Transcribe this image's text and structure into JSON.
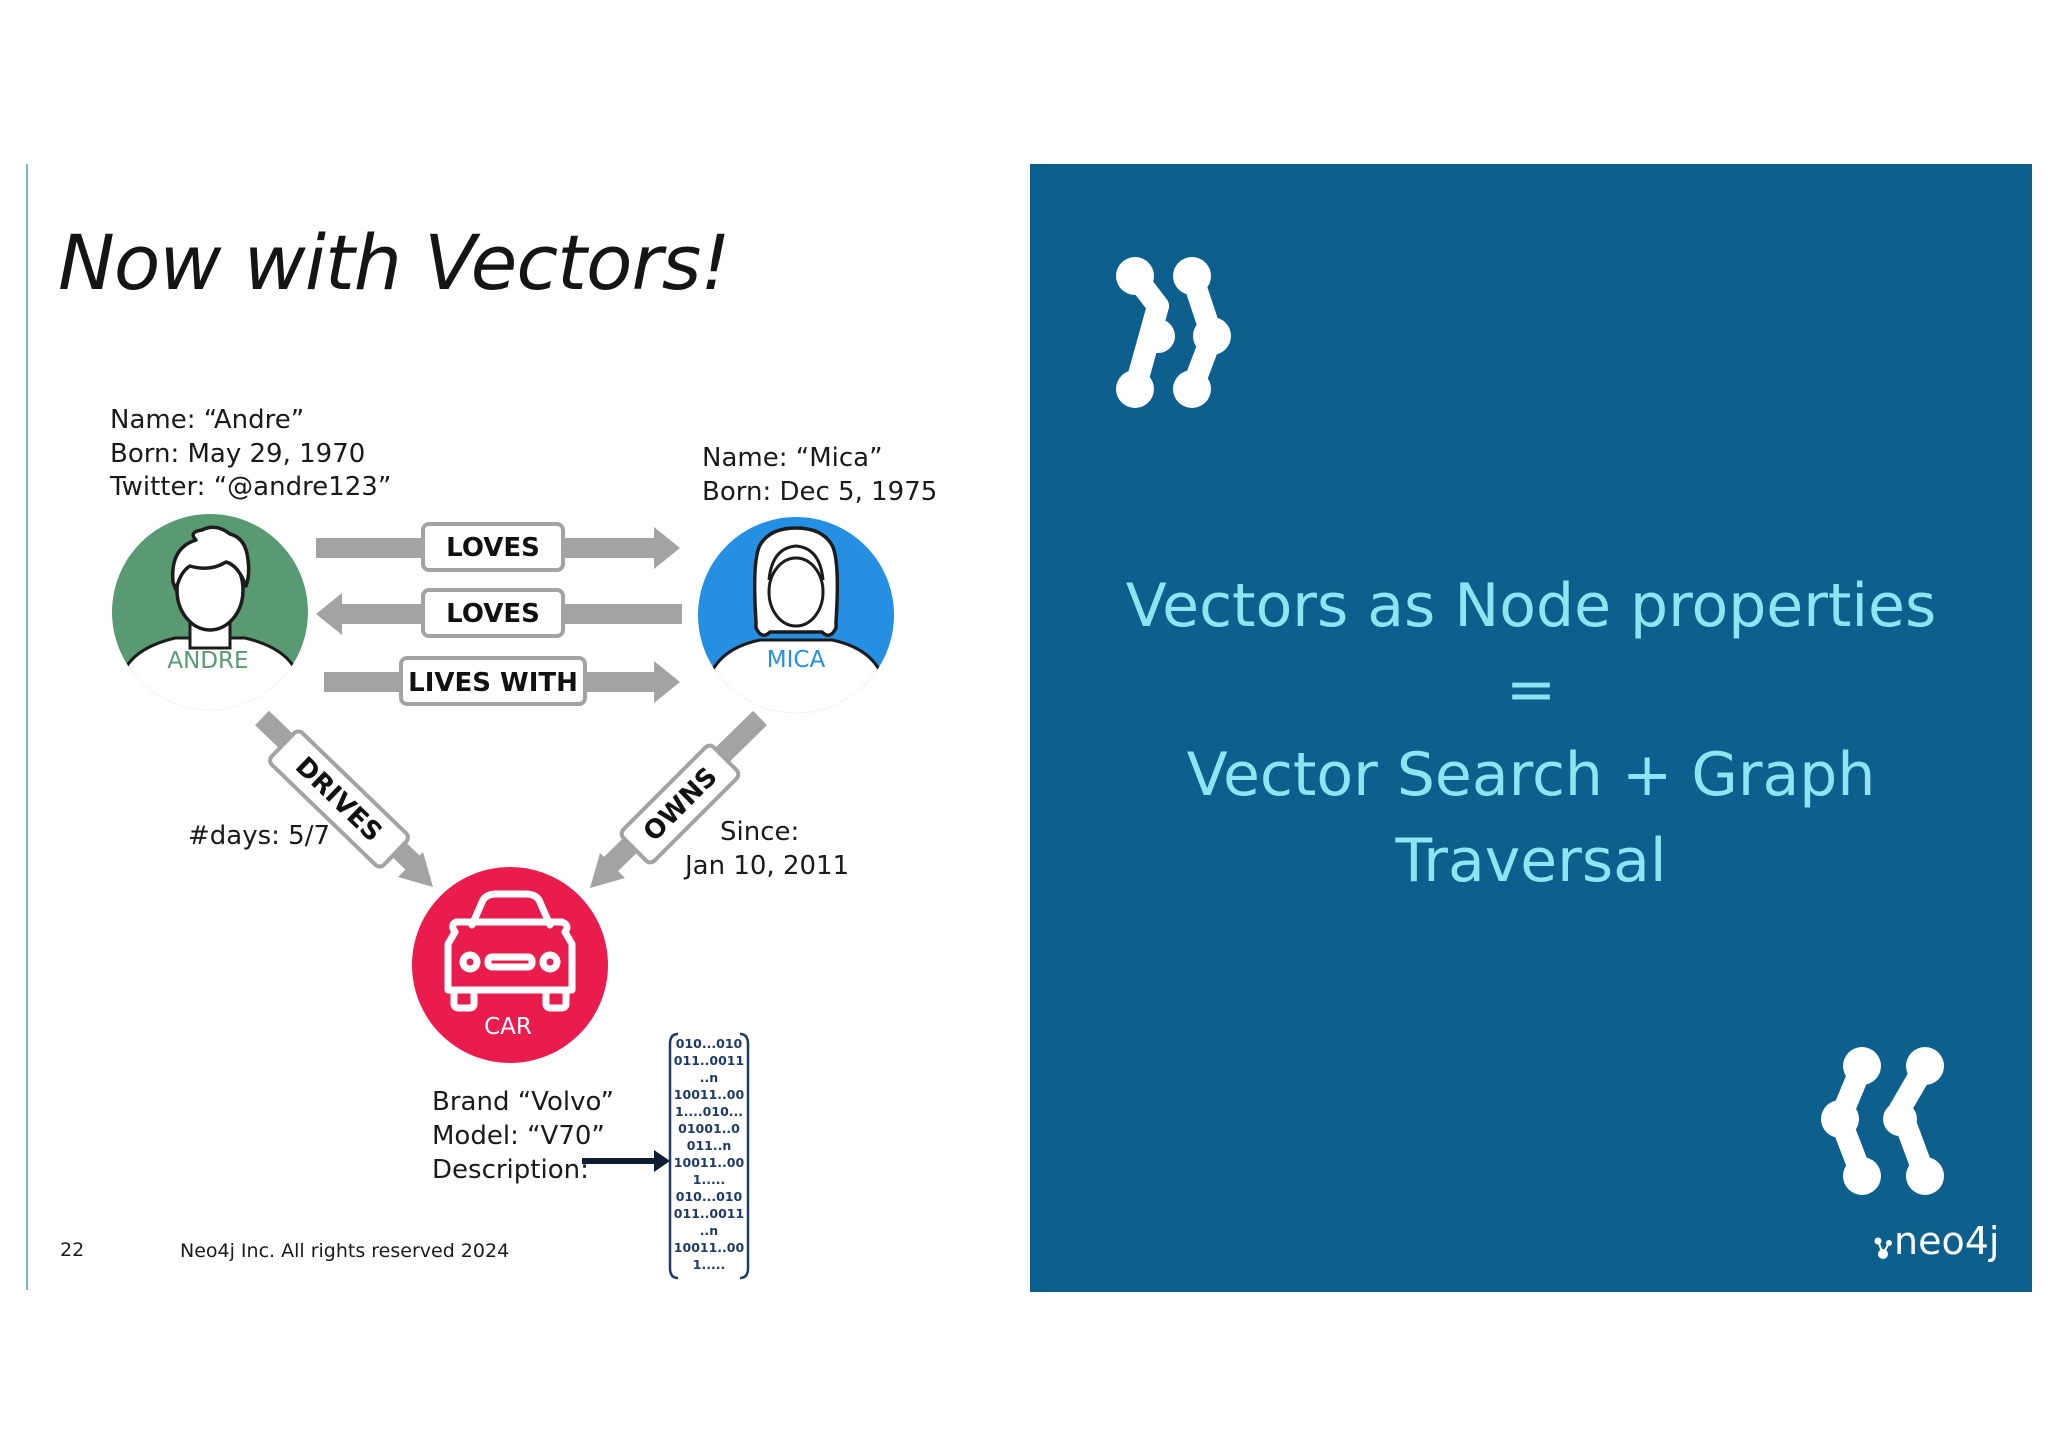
{
  "slide": {
    "title": "Now with Vectors!",
    "page_number": "22",
    "footer": "Neo4j Inc. All rights reserved 2024"
  },
  "diagram": {
    "nodes": {
      "andre": {
        "label": "ANDRE",
        "color": "#5a9a73",
        "props": [
          "Name: “Andre”",
          "Born: May 29, 1970",
          "Twitter: “@andre123”"
        ]
      },
      "mica": {
        "label": "MICA",
        "color": "#2590e3",
        "props": [
          "Name: “Mica”",
          "Born: Dec 5, 1975"
        ]
      },
      "car": {
        "label": "CAR",
        "color": "#ea1c4e",
        "props": [
          "Brand “Volvo”",
          "Model: “V70”",
          "Description:"
        ]
      }
    },
    "relationships": {
      "loves_1": "LOVES",
      "loves_2": "LOVES",
      "lives_with": "LIVES WITH",
      "drives": "DRIVES",
      "owns": "OWNS"
    },
    "rel_props": {
      "drives": "#days: 5/7",
      "owns": [
        "Since:",
        "Jan 10, 2011"
      ]
    },
    "vector": [
      "010...010",
      "011..0011",
      "..n",
      "10011..00",
      "1....010...",
      "01001..0",
      "011..n",
      "10011..00",
      "1.....",
      "010...010",
      "011..0011",
      "..n",
      "10011..00",
      "1....."
    ],
    "colors": {
      "arrow": "#a3a3a3",
      "vector_bracket": "#1f3a64"
    }
  },
  "panel": {
    "color": "#0d5f8d",
    "text_color": "#8ee4f2",
    "line_1": "Vectors as Node properties",
    "line_2": "=",
    "line_3": "Vector Search + Graph Traversal",
    "brand": "neo4j"
  }
}
